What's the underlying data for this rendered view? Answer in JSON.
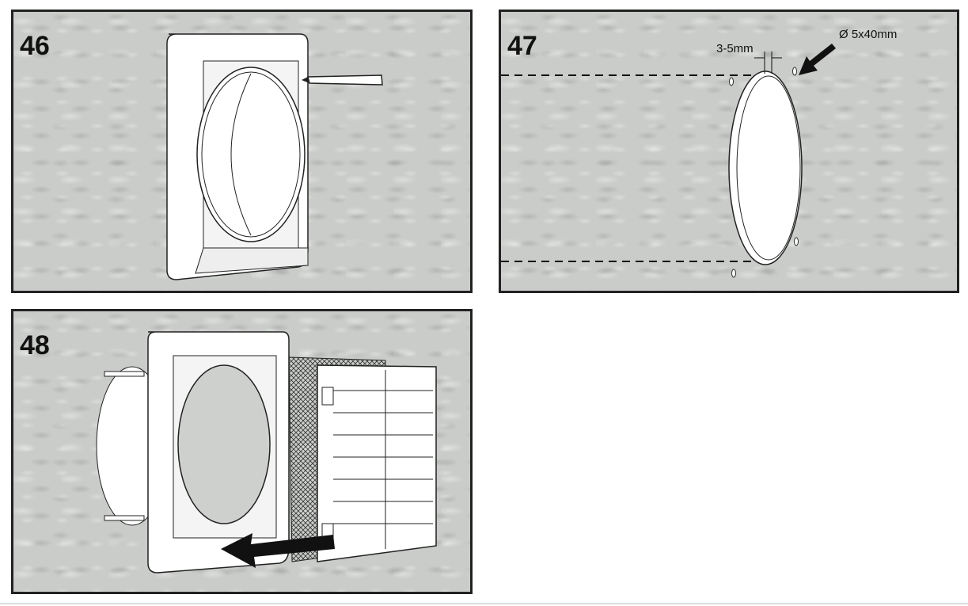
{
  "panels": [
    {
      "number": "46"
    },
    {
      "number": "47",
      "gap_label": "3-5mm",
      "drill_label": "Ø 5x40mm"
    },
    {
      "number": "48"
    }
  ],
  "colors": {
    "background": "#c9ccc8",
    "border": "#222222",
    "ink": "#111111"
  }
}
